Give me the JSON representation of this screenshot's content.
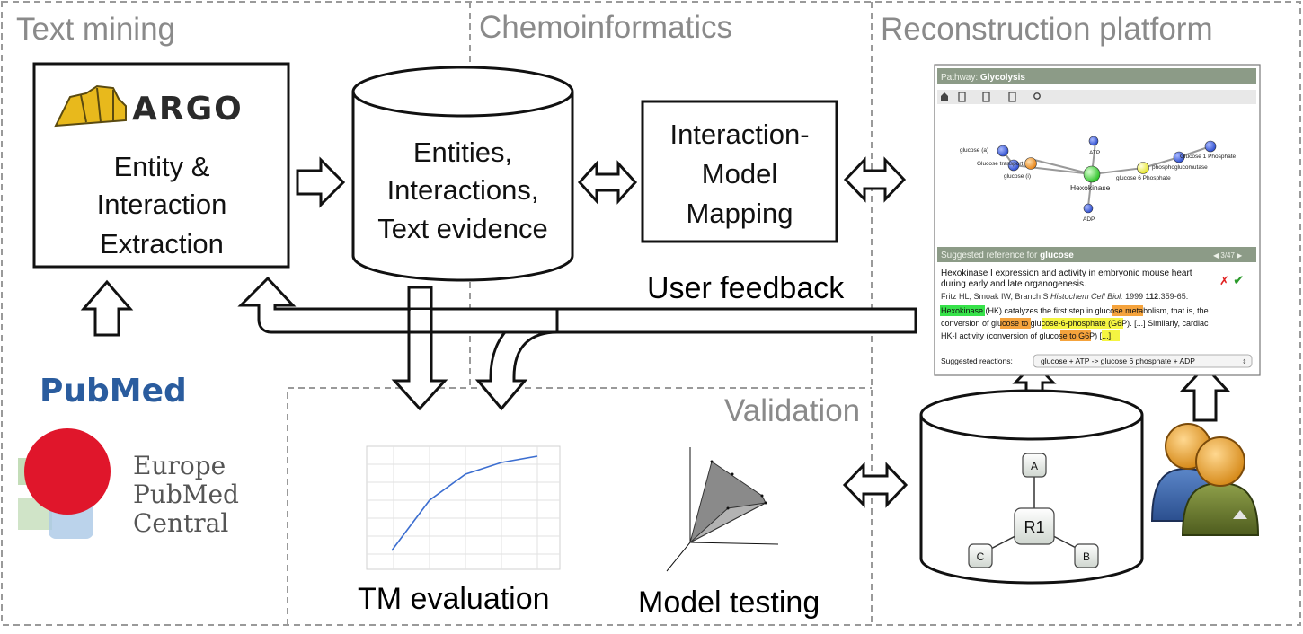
{
  "regions": {
    "text_mining": "Text mining",
    "chemoinformatics": "Chemoinformatics",
    "reconstruction": "Reconstruction platform",
    "validation": "Validation"
  },
  "argo": {
    "logo_text": "ARGO",
    "line1": "Entity &",
    "line2": "Interaction",
    "line3": "Extraction"
  },
  "database": {
    "line1": "Entities,",
    "line2": "Interactions,",
    "line3": "Text evidence"
  },
  "mapping": {
    "line1": "Interaction-",
    "line2": "Model",
    "line3": "Mapping"
  },
  "user_feedback": "User feedback",
  "pubmed": {
    "logo_text": "PubMed"
  },
  "europe_pmc": {
    "line1": "Europe",
    "line2": "PubMed",
    "line3": "Central"
  },
  "tm_evaluation": "TM evaluation",
  "model_testing": "Model testing",
  "model_db": {
    "center": "R1",
    "nodes": [
      "A",
      "B",
      "C"
    ]
  },
  "panel": {
    "header_prefix": "Pathway:",
    "header_name": "Glycolysis",
    "nodes": {
      "glucose_a": "glucose (a)",
      "glucose_transport": "Glucose transport",
      "glucose_i": "glucose (i)",
      "atp": "ATP",
      "adp": "ADP",
      "hexokinase": "Hexokinase",
      "g6p": "glucose 6 Phosphate",
      "pgm": "phosphoglucomutase",
      "g1p": "Glucose 1 Phosphate"
    },
    "ref_header_prefix": "Suggested reference for",
    "ref_header_term": "glucose",
    "ref_nav": "3/47",
    "title_line1": "Hexokinase I expression and activity in embryonic mouse heart",
    "title_line2": "during early and late organogenesis.",
    "citation_authors": "Fritz HL, Smoak IW, Branch S",
    "citation_journal": "Histochem Cell Biol.",
    "citation_year": "1999",
    "citation_vol": "112",
    "citation_pages": ":359-65.",
    "ev_hexokinase": "Hexokinase",
    "ev_t1": " (HK) catalyzes the first step in ",
    "ev_glucose": "glucose",
    "ev_t2": " metabolism, that is, the",
    "ev_t3": "conversion of ",
    "ev_t4": " to ",
    "ev_g6p": "glucose-6-phosphate",
    "ev_t5": " (G6P). [...] Similarly, cardiac",
    "ev_t6": "HK-I activity (conversion of ",
    "ev_t7": " to ",
    "ev_g6p_short": "G6P",
    "ev_t8": ") [...].",
    "reactions_label": "Suggested reactions:",
    "reactions_value": "glucose + ATP -> glucose 6 phosphate + ADP"
  },
  "colors": {
    "dashed_border": "#9a9a9a",
    "region_label": "#8a8a8a",
    "panel_header": "#8c9b87",
    "highlight_green": "#37e24a",
    "highlight_orange": "#f5a33c",
    "highlight_yellow": "#f5f542",
    "node_blue": "#3d5fd8",
    "node_green": "#44d63a",
    "node_orange": "#f09a2a",
    "node_yellow": "#f2f23a",
    "pubmed_blue": "#2a5c9e",
    "epmc_red": "#e0162b"
  }
}
